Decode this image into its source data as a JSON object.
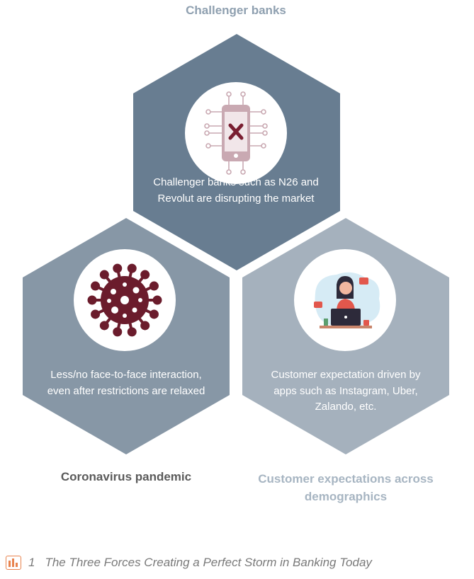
{
  "forces": {
    "top": {
      "title": "Challenger banks",
      "description": "Challenger banks such as N26 and Revolut are disrupting the market",
      "icon": "smartphone-circuit-icon",
      "hex_color": "#687d91",
      "title_color": "#8fa0b0"
    },
    "left": {
      "title": "Coronavirus pandemic",
      "description": "Less/no face-to-face interaction, even after restrictions are relaxed",
      "icon": "virus-icon",
      "hex_color": "#8797a6",
      "title_color": "#5a5a5a"
    },
    "right": {
      "title": "Customer expectations across demographics",
      "description": "Customer expectation driven by apps such as Instagram, Uber,  Zalando, etc.",
      "icon": "woman-laptop-icon",
      "hex_color": "#a5b1bd",
      "title_color": "#a7b5c2"
    }
  },
  "caption": {
    "icon": "bar-chart-icon",
    "number": "1",
    "text": "The Three Forces Creating a Perfect Storm in Banking Today"
  }
}
